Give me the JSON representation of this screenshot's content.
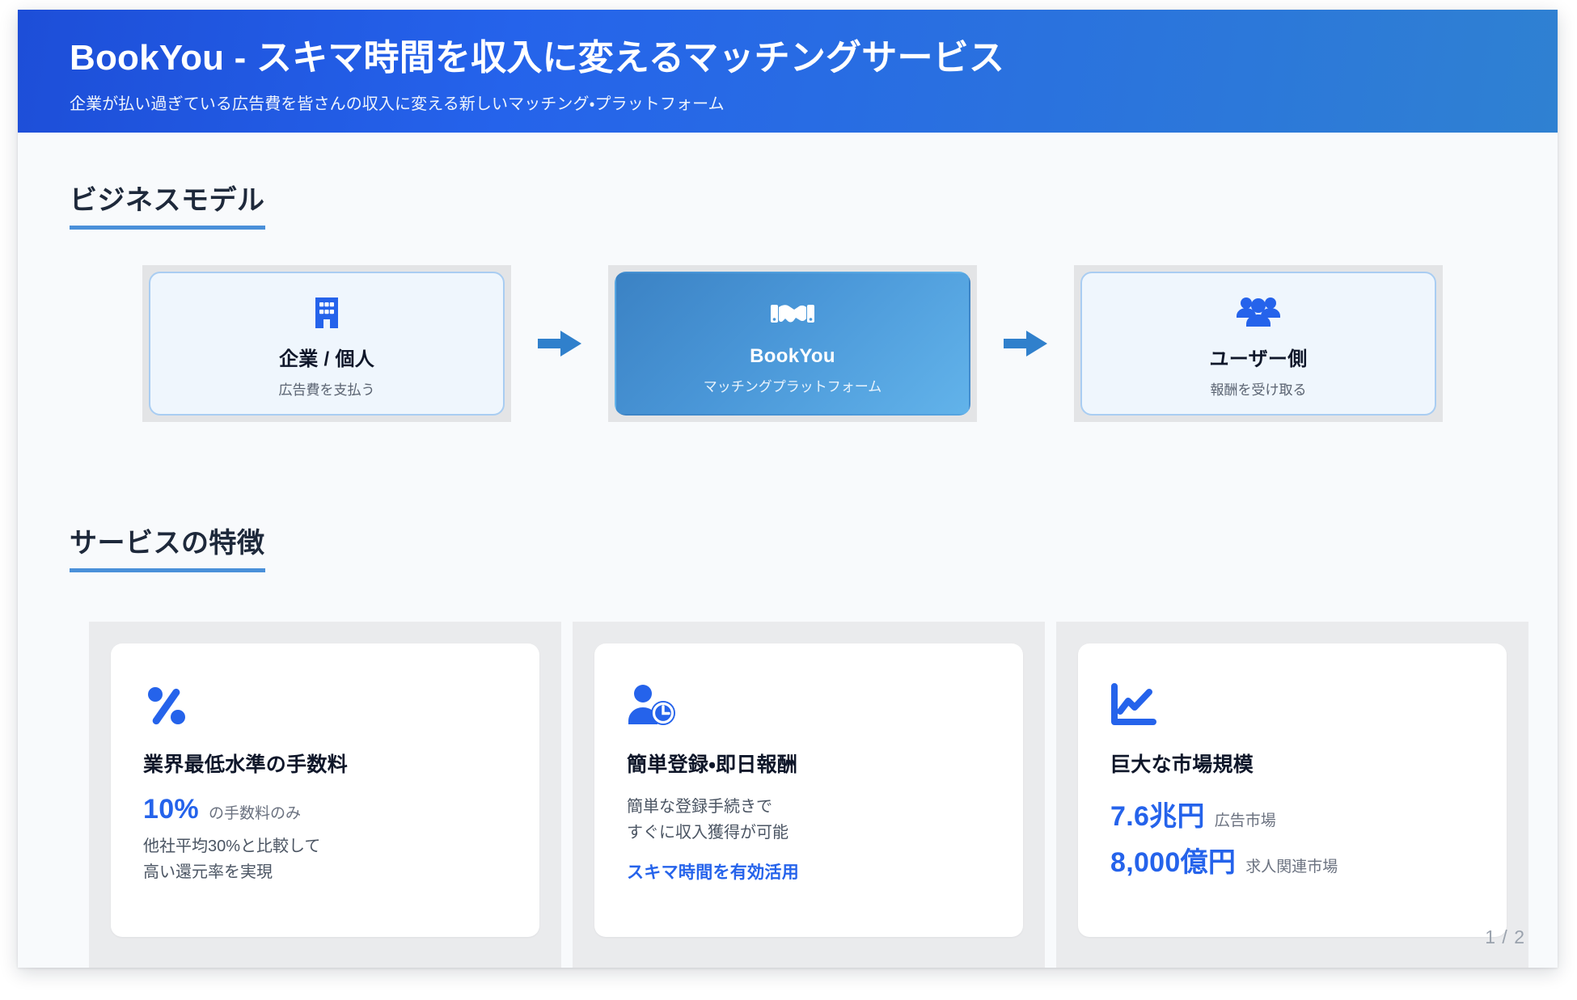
{
  "header": {
    "title": "BookYou - スキマ時間を収入に変えるマッチングサービス",
    "subtitle": "企業が払い過ぎている広告費を皆さんの収入に変える新しいマッチング・プラットフォーム",
    "gradient_from": "#1d4ed8",
    "gradient_to": "#2f81d2"
  },
  "sections": {
    "business_model": {
      "heading": "ビジネスモデル",
      "underline_color": "#4a90d9",
      "flow": {
        "arrow_color": "#3080cc",
        "steps": [
          {
            "icon": "building-icon",
            "label": "企業 / 個人",
            "sub": "広告費を支払う",
            "style": "light"
          },
          {
            "icon": "handshake-icon",
            "label": "BookYou",
            "sub": "マッチングプラットフォーム",
            "style": "accent"
          },
          {
            "icon": "users-icon",
            "label": "ユーザー側",
            "sub": "報酬を受け取る",
            "style": "light"
          }
        ],
        "arrows": [
          "arrow-right-icon",
          "arrow-right-icon"
        ]
      }
    },
    "service_features": {
      "heading": "サービスの特徴",
      "underline_color": "#4a90d9",
      "cards": [
        {
          "icon": "percent-icon",
          "title": "業界最低水準の手数料",
          "stat_value": "10%",
          "stat_label": "の手数料のみ",
          "body": "他社平均30%と比較して\n高い還元率を実現",
          "accent": ""
        },
        {
          "icon": "user-clock-icon",
          "title": "簡単登録・即日報酬",
          "stat_value": "",
          "stat_label": "",
          "body": "簡単な登録手続きで\nすぐに収入獲得が可能",
          "accent": "スキマ時間を有効活用"
        },
        {
          "icon": "chart-line-icon",
          "title": "巨大な市場規模",
          "stat_value": "7.6兆円",
          "stat_label": "広告市場",
          "stat_value2": "8,000億円",
          "stat_label2": "求人関連市場",
          "body": "",
          "accent": ""
        }
      ]
    }
  },
  "footer": {
    "page_indicator": "1 / 2"
  },
  "theme": {
    "accent_blue": "#2563eb",
    "slide_bg": "#f8fafc",
    "band_gray": "#eaebed",
    "text_dark": "#0f172a",
    "text_muted": "#6b7280"
  }
}
